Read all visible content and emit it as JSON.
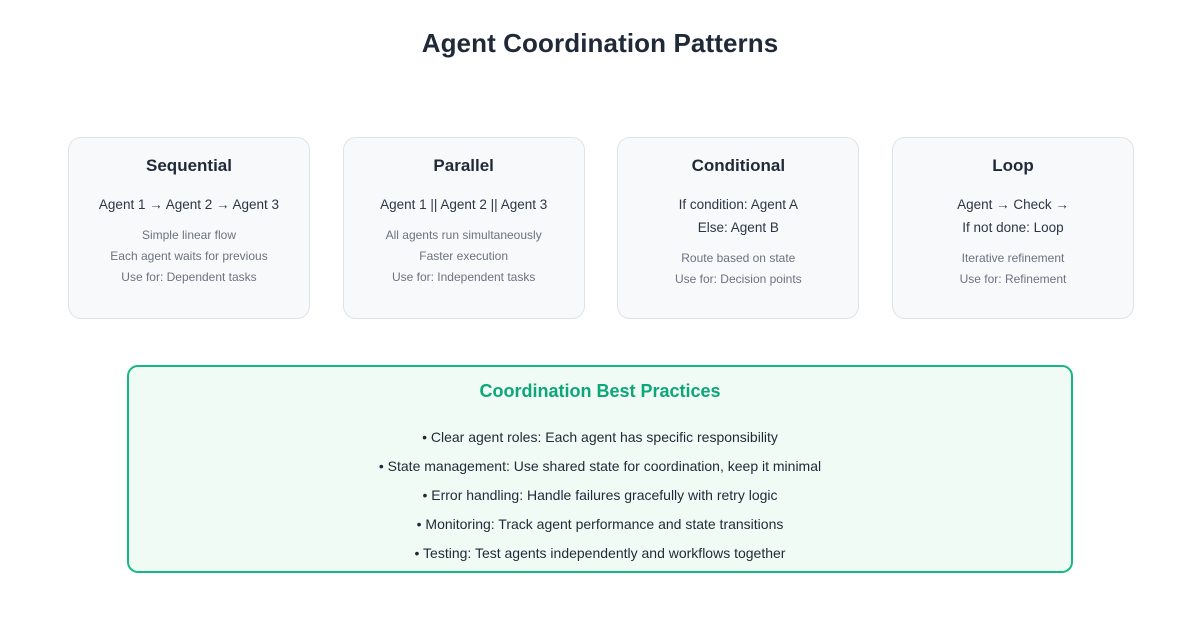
{
  "page": {
    "title": "Agent Coordination Patterns",
    "title_color": "#1f2937",
    "background": "#ffffff"
  },
  "patterns": {
    "card_bg": "#f8f9fa",
    "card_border": "#dfe3e8",
    "cards": [
      {
        "title": "Sequential",
        "flow": [
          "Agent 1 → Agent 2 → Agent 3"
        ],
        "details": [
          "Simple linear flow",
          "Each agent waits for previous",
          "Use for: Dependent tasks"
        ]
      },
      {
        "title": "Parallel",
        "flow": [
          "Agent 1 || Agent 2 || Agent 3"
        ],
        "details": [
          "All agents run simultaneously",
          "Faster execution",
          "Use for: Independent tasks"
        ]
      },
      {
        "title": "Conditional",
        "flow": [
          "If condition: Agent A",
          "Else: Agent B"
        ],
        "details": [
          "Route based on state",
          "Use for: Decision points"
        ]
      },
      {
        "title": "Loop",
        "flow": [
          "Agent → Check →",
          "If not done: Loop"
        ],
        "details": [
          "Iterative refinement",
          "Use for: Refinement"
        ]
      }
    ]
  },
  "best_practices": {
    "title": "Coordination Best Practices",
    "accent_color": "#0ca678",
    "border_color": "#14b981",
    "background": "#f1fbf5",
    "items": [
      "• Clear agent roles: Each agent has specific responsibility",
      "• State management: Use shared state for coordination, keep it minimal",
      "• Error handling: Handle failures gracefully with retry logic",
      "• Monitoring: Track agent performance and state transitions",
      "• Testing: Test agents independently and workflows together"
    ]
  }
}
